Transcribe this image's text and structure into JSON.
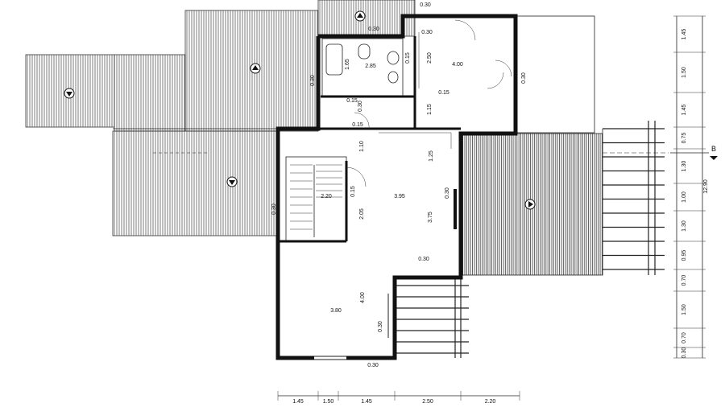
{
  "section_marker": "B",
  "room_dims": {
    "bath_w": "2.85",
    "bath_h": "1.65",
    "bed_w": "4.00",
    "bed_h": "2.50",
    "bed_gap": "0.15",
    "bath_wall": "0.30",
    "upper_wall_a": "0.30",
    "upper_wall_b": "0.30",
    "bed_sep": "0.15",
    "bed_right": "0.30",
    "corr_a": "0.30",
    "corr_b": "0.15",
    "corr_c": "1.15",
    "corr_d": "0.15",
    "stair_w": "2.20",
    "stair_gap": "0.15",
    "stair_wall": "0.30",
    "hall_h": "1.10",
    "hall_j": "1.25",
    "living_w": "3.95",
    "living_h": "3.75",
    "living_wall": "0.30",
    "living_v": "2.05",
    "lower_wall": "0.30",
    "lower_w": "3.80",
    "lower_h": "4.00",
    "lower_side": "0.30",
    "lower_bottom": "0.30",
    "top_small": "0.30"
  },
  "right_dims": [
    "1.45",
    "1.50",
    "1.45",
    "0.75",
    "1.30",
    "1.00",
    "1.30",
    "0.95",
    "0.70",
    "1.50",
    "0.70",
    "0.30"
  ],
  "right_total": "12.90",
  "bottom_dims": [
    "1.45",
    "1.50",
    "1.45",
    "2.50",
    "2.20"
  ]
}
